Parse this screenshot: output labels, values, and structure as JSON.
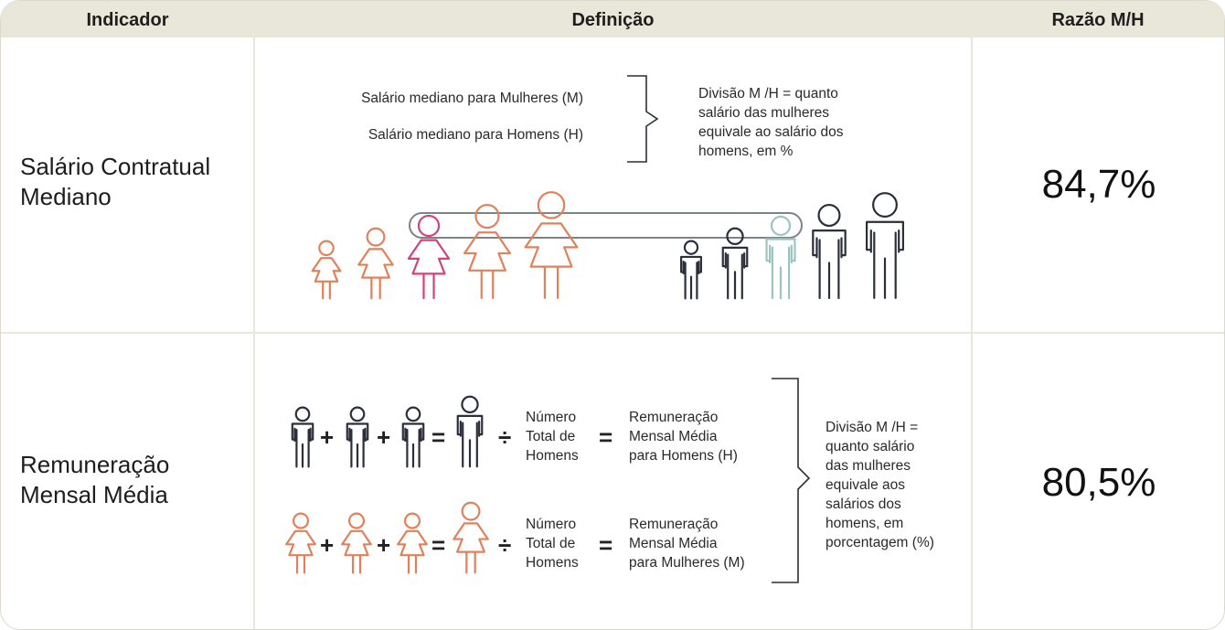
{
  "header": {
    "col_indicator": "Indicador",
    "col_definition": "Definição",
    "col_ratio": "Razão M/H"
  },
  "row1": {
    "indicator_line1": "Salário Contratual",
    "indicator_line2": "Mediano",
    "women_label": "Salário mediano para Mulheres (M)",
    "men_label": "Salário mediano para Homens (H)",
    "division_line1": "Divisão M /H = quanto",
    "division_line2": "salário das mulheres",
    "division_line3": "equivale ao salário dos",
    "division_line4": "homens, em %",
    "ratio": "84,7%"
  },
  "row2": {
    "indicator_line1": "Remuneração",
    "indicator_line2": "Mensal Média",
    "men_count_line1": "Número",
    "men_count_line2": "Total de",
    "men_count_line3": "Homens",
    "men_result_line1": "Remuneração",
    "men_result_line2": "Mensal Média",
    "men_result_line3": "para Homens (H)",
    "women_count_line1": "Número",
    "women_count_line2": "Total de",
    "women_count_line3": "Homens",
    "women_result_line1": "Remuneração",
    "women_result_line2": "Mensal Média",
    "women_result_line3": "para Mulheres (M)",
    "division_line1": "Divisão M /H =",
    "division_line2": "quanto salário",
    "division_line3": "das mulheres",
    "division_line4": "equivale aos",
    "division_line5": "salários dos",
    "division_line6": "homens, em",
    "division_line7": "porcentagem (%)",
    "ratio": "80,5%",
    "op_plus": "+",
    "op_equals": "=",
    "op_divide": "÷"
  },
  "colors": {
    "header_bg": "#e9e6da",
    "women": "#e2805a",
    "women_median": "#d1437f",
    "men": "#2b2f3a",
    "men_median": "#9cc4c2",
    "median_band": "#7d8486"
  }
}
